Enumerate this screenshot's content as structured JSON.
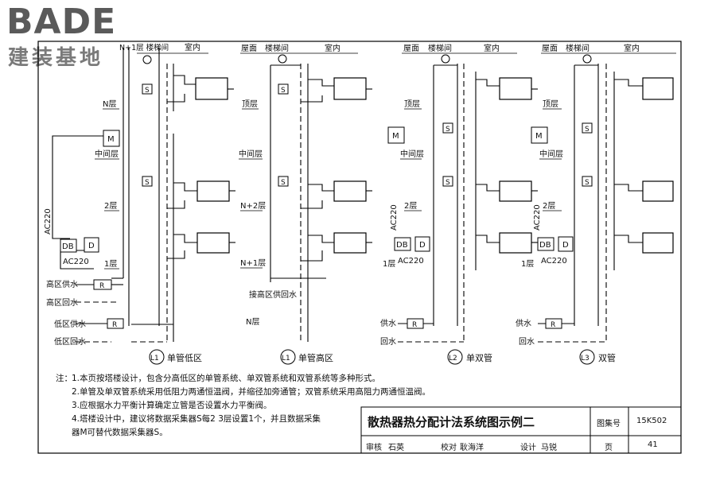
{
  "logo": {
    "brand": "BADE",
    "subtitle": "建装基地"
  },
  "columns": {
    "stair_header": [
      "N+1层 楼梯间",
      "楼梯间",
      "楼梯间",
      "楼梯间"
    ],
    "roof_header": [
      "",
      "屋面",
      "屋面",
      "屋面"
    ],
    "indoor_header": "室内"
  },
  "floors": {
    "n_floor": "N层",
    "top": "顶层",
    "middle": "中间层",
    "second": "2层",
    "n2": "N+2层",
    "n1": "N+1层",
    "first": "1层"
  },
  "devices": {
    "m": "M",
    "s": "S",
    "db": "DB",
    "d": "D",
    "r": "R",
    "ac220": "AC220"
  },
  "pipes": {
    "high_supply": "高区供水",
    "high_return": "高区回水",
    "low_supply": "低区供水",
    "low_return": "低区回水",
    "supply": "供水",
    "return": "回水",
    "connect_high": "接高区供回水"
  },
  "captions": [
    {
      "tag": "L1",
      "text": "单管低区"
    },
    {
      "tag": "L1",
      "text": "单管高区"
    },
    {
      "tag": "L2",
      "text": "单双管"
    },
    {
      "tag": "L3",
      "text": "双管"
    }
  ],
  "notes": {
    "lead": "注：",
    "items": [
      "1.本页按塔楼设计，包含分高低区的单管系统、单双管系统和双管系统等多种形式。",
      "2.单管及单双管系统采用低阻力两通恒温阀，并缩径加旁通管；双管系统采用高阻力两通恒温阀。",
      "3.应根据水力平衡计算确定立管是否设置水力平衡阀。",
      "4.塔楼设计中，建议将数据采集器S每2 3层设置1个，并且数据采集",
      "器M可替代数据采集器S。"
    ]
  },
  "title_block": {
    "title": "散热器热分配计法系统图示例二",
    "atlas_label": "图集号",
    "atlas_no": "15K502",
    "review_label": "审核",
    "review_name": "石英",
    "check_label": "校对",
    "check_name": "耿海洋",
    "design_label": "设计",
    "design_name": "马锐",
    "page_label": "页",
    "page_no": "41"
  }
}
